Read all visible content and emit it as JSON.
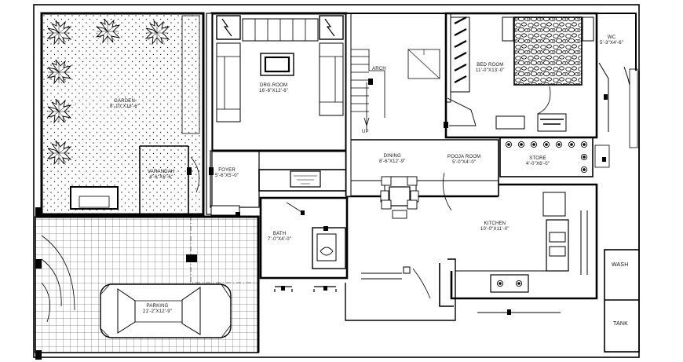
{
  "rooms": {
    "garden": {
      "name": "GARDEN",
      "size": "8'-10\"X18'-6\""
    },
    "drg_room": {
      "name": "DRG.ROOM",
      "size": "16'-6\"X12'-6\""
    },
    "varandah": {
      "name": "VARANDAH",
      "size": "4'-6\"X6'-6\""
    },
    "foyer": {
      "name": "FOYER",
      "size": "5'-6\"X5'-0\""
    },
    "arch": {
      "name": "ARCH"
    },
    "up": {
      "name": "UP"
    },
    "dining": {
      "name": "DINING",
      "size": "8'-6\"X12'-9\""
    },
    "pooja_room": {
      "name": "POOJA ROOM",
      "size": "5'-0\"X4'-0\""
    },
    "bed_room": {
      "name": "BED ROOM",
      "size": "11'-0\"X13'-0\""
    },
    "wc": {
      "name": "WC",
      "size": "5'-3\"X4'-6\""
    },
    "store": {
      "name": "STORE",
      "size": "4'-0\"X6'-0\""
    },
    "bath": {
      "name": "BATH",
      "size": "7'-0\"X4'-0\""
    },
    "kitchen": {
      "name": "KITCHEN",
      "size": "10'-0\"X11'-0\""
    },
    "parking": {
      "name": "PARKING",
      "size": "21'-2\"X12'-9\""
    },
    "wash": {
      "name": "WASH"
    },
    "tank": {
      "name": "TANK"
    }
  }
}
